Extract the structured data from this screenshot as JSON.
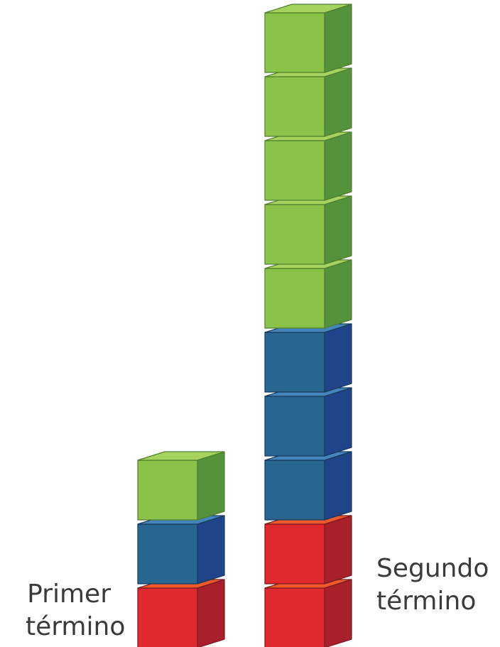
{
  "colors": {
    "red": "#e0282f",
    "blue": "#28658f",
    "green": "#8bc34a"
  },
  "stacks": [
    {
      "id": "primer-termino",
      "label_lines": [
        "Primer",
        "término"
      ],
      "cubes": [
        "red",
        "blue",
        "green"
      ]
    },
    {
      "id": "segundo-termino",
      "label_lines": [
        "Segundo",
        "término"
      ],
      "cubes": [
        "red",
        "red",
        "blue",
        "blue",
        "blue",
        "green",
        "green",
        "green",
        "green",
        "green"
      ]
    }
  ]
}
